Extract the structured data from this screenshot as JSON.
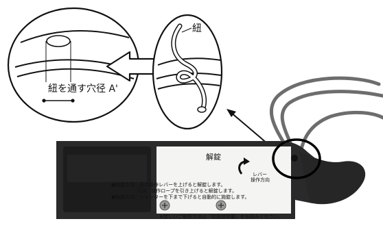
{
  "diagram": {
    "cord_label": "紐",
    "hole_label": "紐を通す穴径 A'",
    "unlock_label": "解錠",
    "lever_direction_label_line1": "レバー",
    "lever_direction_label_line2": "操作方向",
    "instructions": [
      {
        "line": "●解錠方法：右の操作レバーを上げると解錠します。"
      },
      {
        "line": "　　　　　 又は、操作ロープを引き上げると解錠します。"
      },
      {
        "line": "●施錠方法：シャッターを下まで下げると自動的に施錠します。"
      },
      {
        "line": "※詳しいご使用方法は「取扱説明書」をお読みください。"
      }
    ]
  },
  "colors": {
    "device_body": "#2a2a2a",
    "label_plate": "#f4f4f2",
    "cord": "#6d6d6d",
    "outline": "#111111"
  }
}
